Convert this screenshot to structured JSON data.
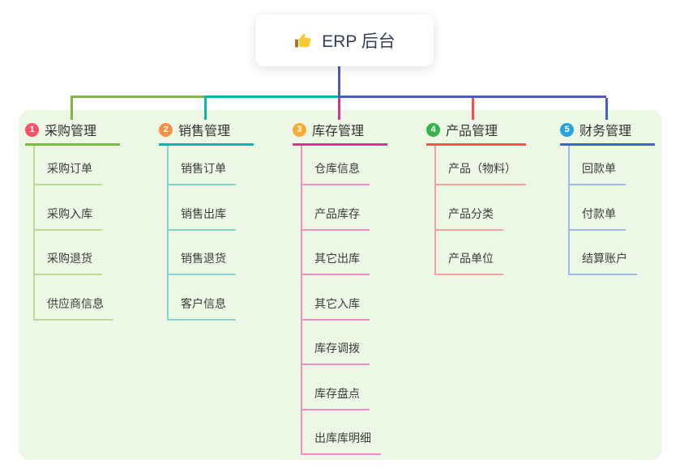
{
  "root": {
    "title": "ERP 后台",
    "icon": "thumbs-up-icon"
  },
  "connectors": {
    "stem_color": "#4a59ce",
    "bar_segments": [
      {
        "color": "#7cb93e"
      },
      {
        "color": "#10b4a6"
      },
      {
        "color": "#4a59ce"
      }
    ]
  },
  "branches": [
    {
      "badge": "1",
      "label": "采购管理",
      "badge_color": "#f75168",
      "line_color": "#7cb93e",
      "child_line_color": "#b8dc92",
      "children": [
        "采购订单",
        "采购入库",
        "采购退货",
        "供应商信息"
      ]
    },
    {
      "badge": "2",
      "label": "销售管理",
      "badge_color": "#fd8f44",
      "line_color": "#10b4a6",
      "child_line_color": "#86d6cc",
      "children": [
        "销售订单",
        "销售出库",
        "销售退货",
        "客户信息"
      ]
    },
    {
      "badge": "3",
      "label": "库存管理",
      "badge_color": "#fbab33",
      "line_color": "#e3308e",
      "child_line_color": "#f18fc2",
      "children": [
        "仓库信息",
        "产品库存",
        "其它出库",
        "其它入库",
        "库存调拨",
        "库存盘点",
        "出库库明细"
      ]
    },
    {
      "badge": "4",
      "label": "产品管理",
      "badge_color": "#35b44a",
      "line_color": "#f4504e",
      "child_line_color": "#f8a09e",
      "children": [
        "产品（物料）",
        "产品分类",
        "产品单位"
      ]
    },
    {
      "badge": "5",
      "label": "财务管理",
      "badge_color": "#2aa2de",
      "line_color": "#3e63c8",
      "child_line_color": "#a2b8ea",
      "children": [
        "回款单",
        "付款单",
        "结算账户"
      ]
    }
  ]
}
